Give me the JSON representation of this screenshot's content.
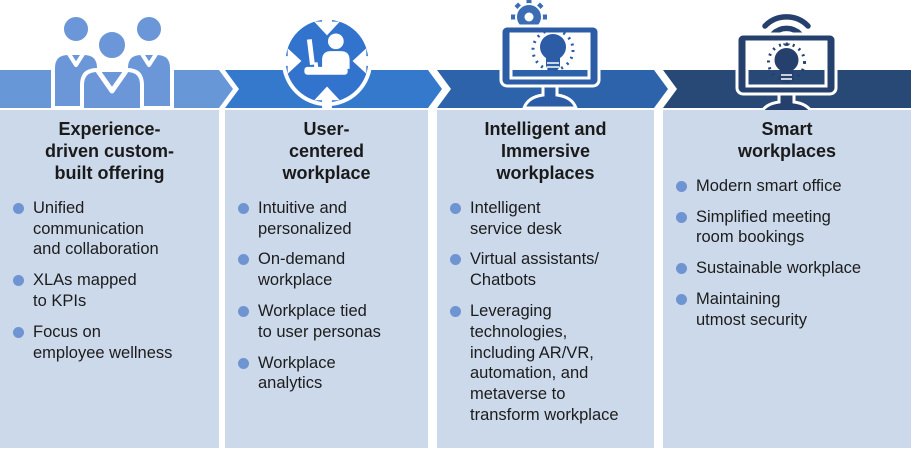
{
  "diagram": {
    "name": "digital-workplace-evolution-stages",
    "stage_count": 4
  },
  "colors": {
    "panel_background": "#ccd9ea",
    "bullet_dot": "#6e94d2",
    "heading_text": "#1a1a1a",
    "body_text": "#1c1c1c",
    "icon_white": "#ffffff",
    "people_icon_fill": "#6b96d8",
    "circle_icon_fill": "#3273cd",
    "intelligent_icon_blue": "#2b5ca5",
    "gear_fill": "#3b6cb4",
    "smart_icon_navy": "#26406e"
  },
  "columns": [
    {
      "id": "experience-driven",
      "icon": "people-group-icon",
      "band_color": "#6897d8",
      "title": "Experience-\ndriven custom-\nbuilt offering",
      "bullets": [
        "Unified\ncommunication\nand collaboration",
        "XLAs mapped\nto KPIs",
        "Focus on\nemployee wellness"
      ]
    },
    {
      "id": "user-centered",
      "icon": "user-centered-workplace-icon",
      "band_color": "#3579cc",
      "title": "User-\ncentered\nworkplace",
      "bullets": [
        "Intuitive and\npersonalized",
        "On-demand\nworkplace",
        "Workplace tied\nto user personas",
        "Workplace\nanalytics"
      ]
    },
    {
      "id": "intelligent-immersive",
      "icon": "intelligent-immersive-workplace-icon",
      "band_color": "#2c63aa",
      "title": "Intelligent and\nImmersive\nworkplaces",
      "bullets": [
        "Intelligent\nservice desk",
        "Virtual assistants/\nChatbots",
        "Leveraging\ntechnologies,\nincluding AR/VR,\nautomation, and\nmetaverse to\ntransform workplace"
      ]
    },
    {
      "id": "smart-workplaces",
      "icon": "smart-workplace-icon",
      "band_color": "#284876",
      "title": "Smart\nworkplaces",
      "bullets": [
        "Modern smart office",
        "Simplified meeting\nroom bookings",
        "Sustainable workplace",
        "Maintaining\nutmost security"
      ]
    }
  ]
}
